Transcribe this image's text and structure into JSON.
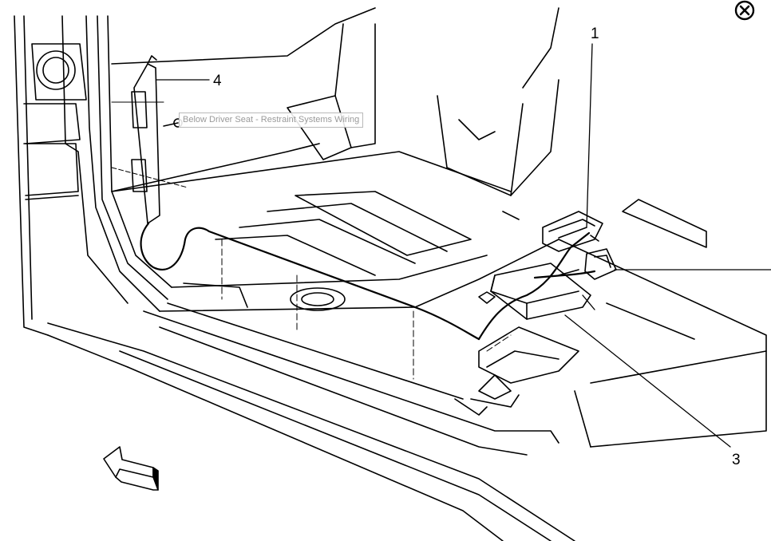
{
  "diagram": {
    "callouts": {
      "c1": "1",
      "c3": "3",
      "c4": "4"
    },
    "tooltip": "Below Driver Seat - Restraint Systems Wiring"
  },
  "controls": {
    "close_icon": "close-icon"
  },
  "colors": {
    "line": "#000000",
    "background": "#ffffff",
    "tooltip_text": "#9a9a9a"
  }
}
